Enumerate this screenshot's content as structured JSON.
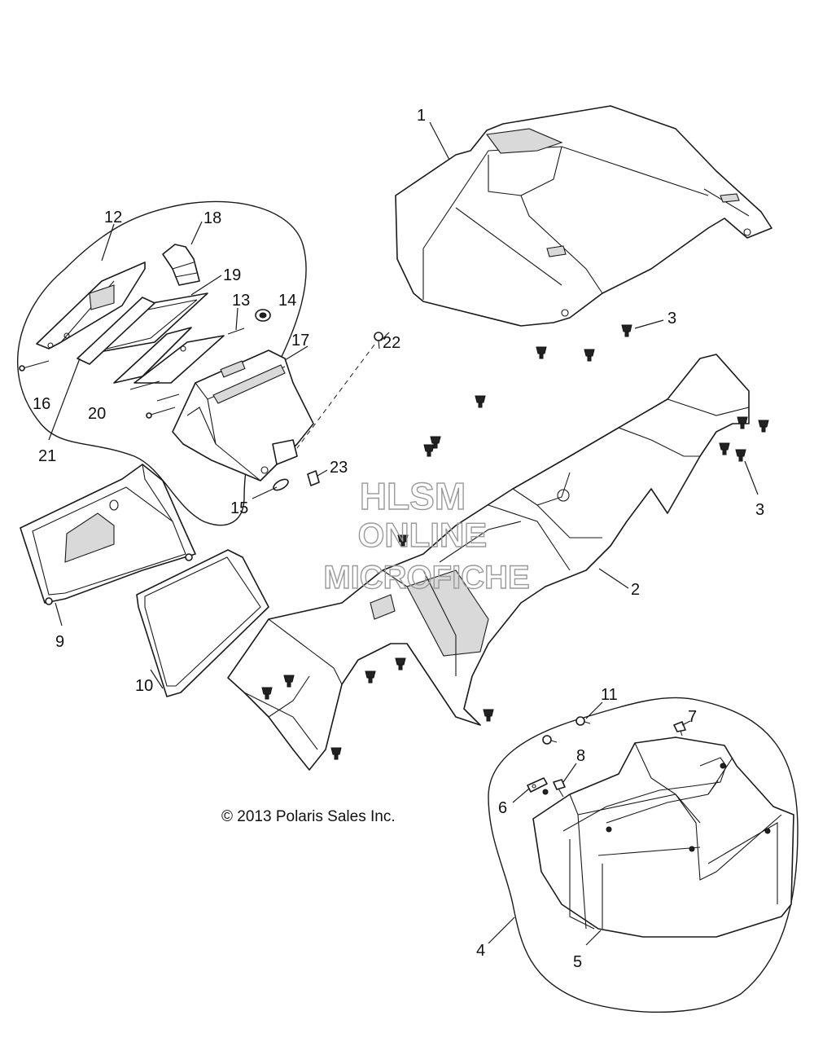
{
  "watermark": {
    "line1": "HLSM",
    "line2": "ONLINE",
    "line3": "MICROFICHE",
    "color": "#9a9a9a"
  },
  "copyright": "© 2013 Polaris Sales Inc.",
  "callouts": {
    "c1": "1",
    "c2": "2",
    "c3a": "3",
    "c3b": "3",
    "c4": "4",
    "c5": "5",
    "c6": "6",
    "c7": "7",
    "c8": "8",
    "c9": "9",
    "c10": "10",
    "c11": "11",
    "c12": "12",
    "c13": "13",
    "c14": "14",
    "c15": "15",
    "c16": "16",
    "c17": "17",
    "c18": "18",
    "c19": "19",
    "c20": "20",
    "c21": "21",
    "c22": "22",
    "c23": "23"
  }
}
